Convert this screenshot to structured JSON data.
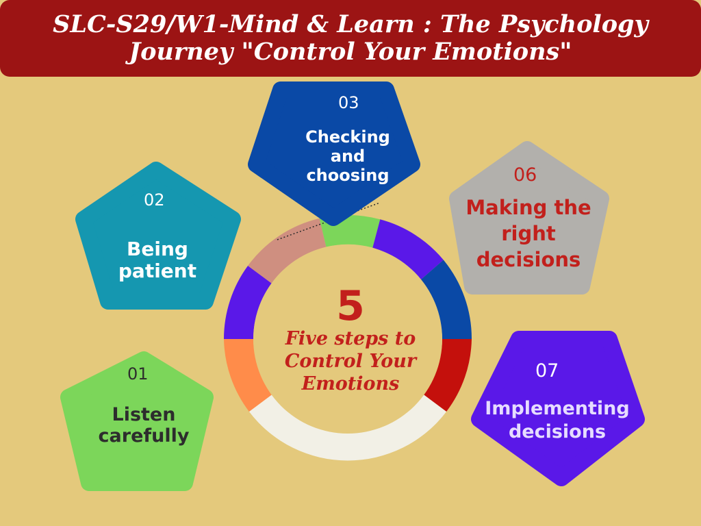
{
  "title": {
    "line1": "SLC-S29/W1-Mind & Learn : The Psychology",
    "line2": "Journey \"Control Your Emotions\""
  },
  "center": {
    "number": "5",
    "line1": "Five steps to",
    "line2": "Control Your",
    "line3": "Emotions"
  },
  "steps": [
    {
      "id": "01",
      "line1": "Listen",
      "line2": "carefully",
      "color": "#7cd65a",
      "text_color": "#2d2d2d"
    },
    {
      "id": "02",
      "line1": "Being",
      "line2": "patient",
      "color": "#1597b0",
      "text_color": "#ffffff"
    },
    {
      "id": "03",
      "line1": "Checking",
      "line2": "and",
      "line3": "choosing",
      "color": "#0a49a6",
      "text_color": "#ffffff"
    },
    {
      "id": "06",
      "line1": "Making the",
      "line2": "right",
      "line3": "decisions",
      "color": "#b2b0ac",
      "text_color": "#c2201c"
    },
    {
      "id": "07",
      "line1": "Implementing",
      "line2": "decisions",
      "color": "#5a18e8",
      "text_color": "#e6dcff"
    }
  ],
  "ring_colors": [
    "#7cd65a",
    "#5a18e8",
    "#0a49a6",
    "#c4100c",
    "#f2f0e6",
    "#ff8c4a",
    "#5a18e8",
    "#cf8f80"
  ]
}
